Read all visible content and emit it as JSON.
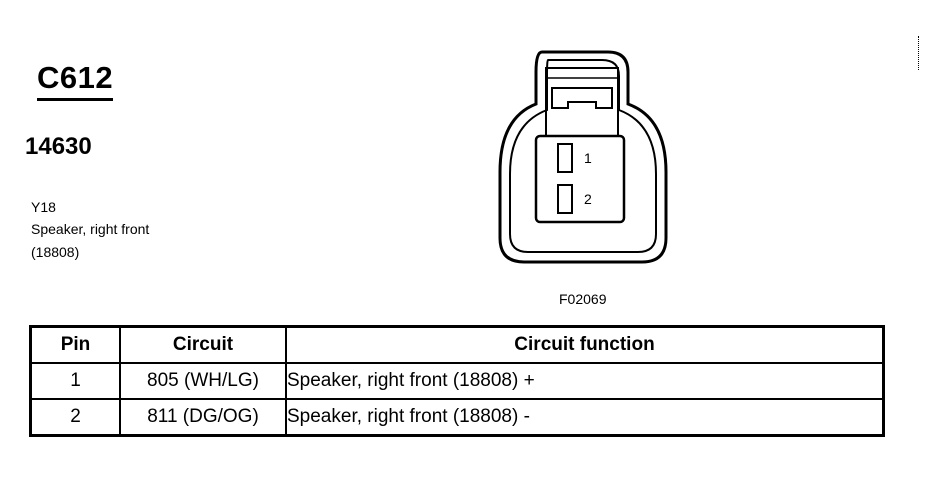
{
  "connector": {
    "id": "C612",
    "part_number": "14630",
    "location": "Y18",
    "description": "Speaker, right front",
    "component_code": "(18808)"
  },
  "figure": {
    "id": "F02069",
    "pin_labels": [
      "1",
      "2"
    ]
  },
  "table": {
    "headers": [
      "Pin",
      "Circuit",
      "Circuit function"
    ],
    "rows": [
      {
        "pin": "1",
        "circuit": "805 (WH/LG)",
        "function": "Speaker, right front (18808)  +"
      },
      {
        "pin": "2",
        "circuit": "811 (DG/OG)",
        "function": "Speaker, right front (18808) -"
      }
    ]
  }
}
